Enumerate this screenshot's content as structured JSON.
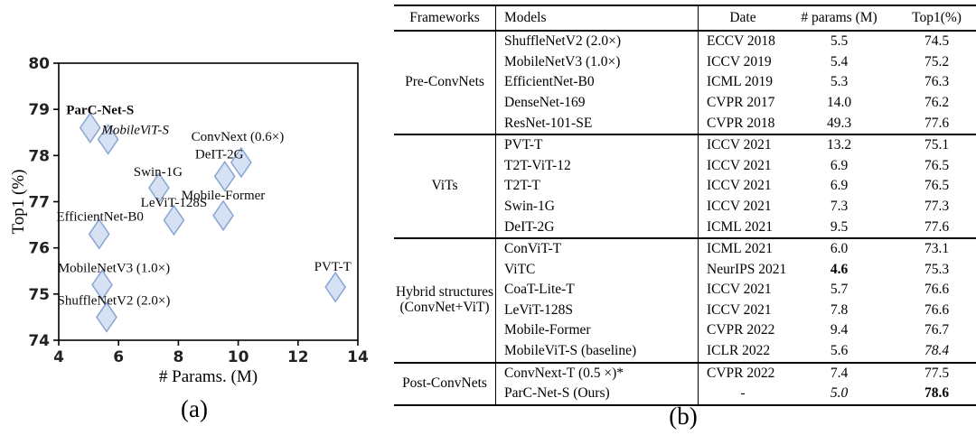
{
  "captions": {
    "a": "(a)",
    "b": "(b)"
  },
  "chart_data": {
    "type": "scatter",
    "title": "",
    "xlabel": "# Params. (M)",
    "ylabel": "Top1 (%)",
    "xlim": [
      4,
      14
    ],
    "ylim": [
      74,
      80
    ],
    "xticks": [
      4,
      6,
      8,
      10,
      12,
      14
    ],
    "yticks": [
      74,
      75,
      76,
      77,
      78,
      79,
      80
    ],
    "grid": false,
    "legend": "none",
    "marker": "diamond",
    "marker_fill": "#d6e1f3",
    "marker_stroke": "#8aa5d3",
    "points": [
      {
        "label": "ParC-Net-S",
        "x": 5.05,
        "y": 78.6,
        "bold": true,
        "italic": false,
        "dx": 11,
        "dy": -15
      },
      {
        "label": "MobileViT-S",
        "x": 5.65,
        "y": 78.35,
        "bold": false,
        "italic": true,
        "dx": 30,
        "dy": -6
      },
      {
        "label": "ConvNext (0.6×)",
        "x": 10.1,
        "y": 77.85,
        "bold": false,
        "italic": false,
        "dx": -4,
        "dy": -24
      },
      {
        "label": "DeIT-2G",
        "x": 9.55,
        "y": 77.55,
        "bold": false,
        "italic": false,
        "dx": -6,
        "dy": -20
      },
      {
        "label": "Swin-1G",
        "x": 7.35,
        "y": 77.3,
        "bold": false,
        "italic": false,
        "dx": -1,
        "dy": -13
      },
      {
        "label": "Mobile-Former",
        "x": 9.5,
        "y": 76.7,
        "bold": false,
        "italic": false,
        "dx": 0,
        "dy": -18
      },
      {
        "label": "LeViT-128S",
        "x": 7.85,
        "y": 76.6,
        "bold": false,
        "italic": false,
        "dx": 0,
        "dy": -15
      },
      {
        "label": "EfficientNet-B0",
        "x": 5.35,
        "y": 76.3,
        "bold": false,
        "italic": false,
        "dx": 1,
        "dy": -15
      },
      {
        "label": "MobileNetV3 (1.0×)",
        "x": 5.45,
        "y": 75.2,
        "bold": false,
        "italic": false,
        "dx": 13,
        "dy": -14
      },
      {
        "label": "ShuffleNetV2 (2.0×)",
        "x": 5.6,
        "y": 74.5,
        "bold": false,
        "italic": false,
        "dx": 8,
        "dy": -14
      },
      {
        "label": "PVT-T",
        "x": 13.25,
        "y": 75.15,
        "bold": false,
        "italic": false,
        "dx": -3,
        "dy": -18
      }
    ]
  },
  "table": {
    "headers": [
      "Frameworks",
      "Models",
      "Date",
      "# params (M)",
      "Top1(%)"
    ],
    "groups": [
      {
        "framework": "Pre-ConvNets",
        "rows": [
          {
            "model": "ShuffleNetV2 (2.0×)",
            "date": "ECCV 2018",
            "params": "5.5",
            "top1": "74.5"
          },
          {
            "model": "MobileNetV3 (1.0×)",
            "date": "ICCV 2019",
            "params": "5.4",
            "top1": "75.2"
          },
          {
            "model": "EfficientNet-B0",
            "date": "ICML 2019",
            "params": "5.3",
            "top1": "76.3"
          },
          {
            "model": "DenseNet-169",
            "date": "CVPR 2017",
            "params": "14.0",
            "top1": "76.2"
          },
          {
            "model": "ResNet-101-SE",
            "date": "CVPR 2018",
            "params": "49.3",
            "top1": "77.6"
          }
        ]
      },
      {
        "framework": "ViTs",
        "rows": [
          {
            "model": "PVT-T",
            "date": "ICCV 2021",
            "params": "13.2",
            "top1": "75.1"
          },
          {
            "model": "T2T-ViT-12",
            "date": "ICCV 2021",
            "params": "6.9",
            "top1": "76.5"
          },
          {
            "model": "T2T-T",
            "date": "ICCV 2021",
            "params": "6.9",
            "top1": "76.5"
          },
          {
            "model": "Swin-1G",
            "date": "ICCV 2021",
            "params": "7.3",
            "top1": "77.3"
          },
          {
            "model": "DeIT-2G",
            "date": "ICML 2021",
            "params": "9.5",
            "top1": "77.6"
          }
        ]
      },
      {
        "framework": "Hybrid structures\n(ConvNet+ViT)",
        "rows": [
          {
            "model": "ConViT-T",
            "date": "ICML 2021",
            "params": "6.0",
            "top1": "73.1"
          },
          {
            "model": "ViTC",
            "date": "NeurIPS 2021",
            "params": "4.6",
            "params_bold": true,
            "top1": "75.3"
          },
          {
            "model": "CoaT-Lite-T",
            "date": "ICCV 2021",
            "params": "5.7",
            "top1": "76.6"
          },
          {
            "model": "LeViT-128S",
            "date": "ICCV 2021",
            "params": "7.8",
            "top1": "76.6"
          },
          {
            "model": "Mobile-Former",
            "date": "CVPR 2022",
            "params": "9.4",
            "top1": "76.7"
          },
          {
            "model": "MobileViT-S (baseline)",
            "date": "ICLR 2022",
            "params": "5.6",
            "top1": "78.4",
            "top1_italic": true
          }
        ]
      },
      {
        "framework": "Post-ConvNets",
        "rows": [
          {
            "model": "ConvNext-T (0.5 ×)*",
            "date": "CVPR 2022",
            "params": "7.4",
            "top1": "77.5"
          },
          {
            "model": "ParC-Net-S  (Ours)",
            "date": "-",
            "params": "5.0",
            "params_italic": true,
            "top1": "78.6",
            "top1_bold": true
          }
        ]
      }
    ]
  }
}
